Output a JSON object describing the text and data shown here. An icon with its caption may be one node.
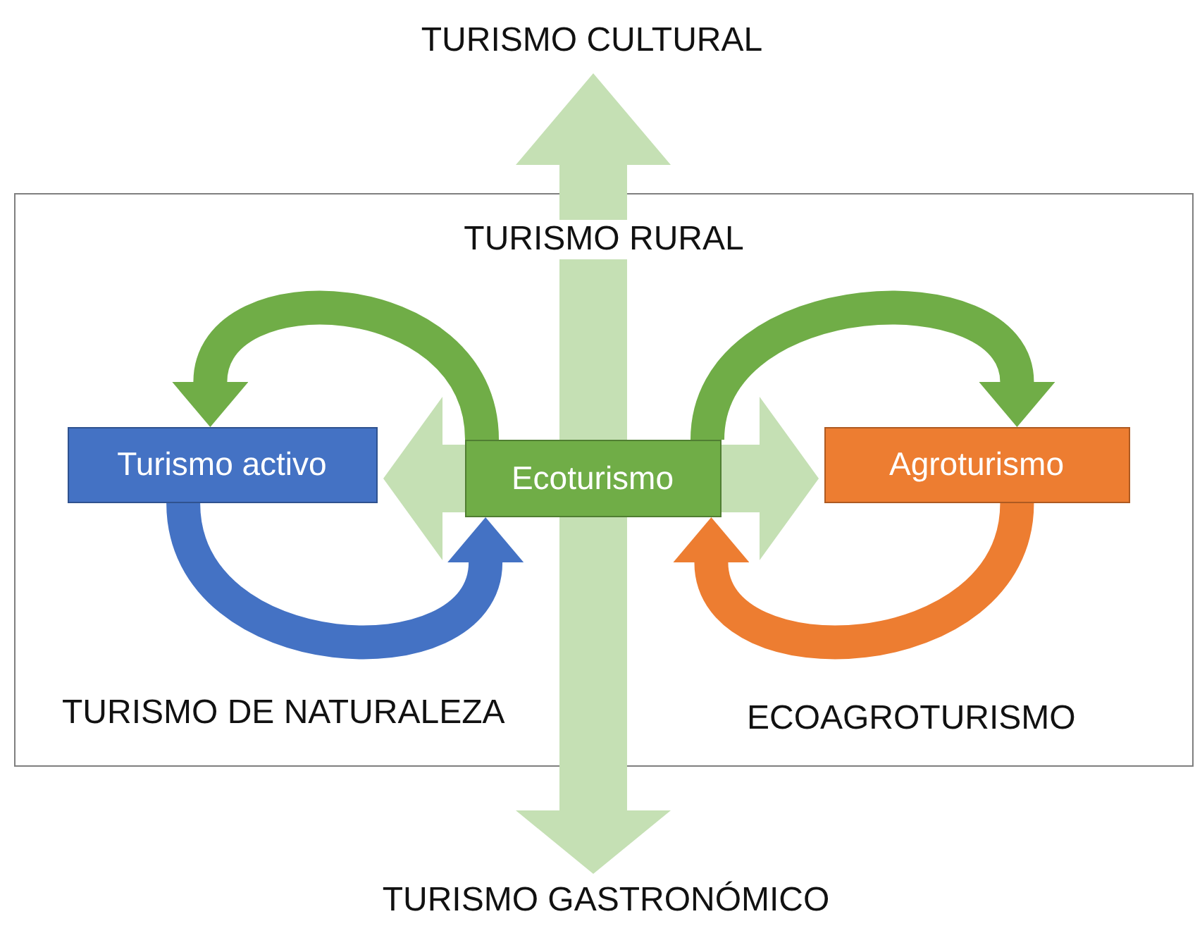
{
  "diagram": {
    "nodes": [
      {
        "text": [
          "TURISMO RURAL"
        ]
      },
      {
        "text": [
          "TURISMO CULTURAL"
        ]
      },
      {
        "text": [
          "Turismo activo"
        ],
        "in": 0
      },
      {
        "text": [
          "Ecoturismo"
        ],
        "in": 0
      },
      {
        "text": [
          "Agroturismo"
        ],
        "in": 0
      },
      {
        "text": [
          "TURISMO GASTRONÓMICO"
        ]
      }
    ],
    "edges": [
      {
        "from": 3,
        "to": 1,
        "arrow": "to",
        "style": "thick",
        "color": "#c5e0b4"
      },
      {
        "from": 3,
        "to": 5,
        "arrow": "to",
        "style": "thick",
        "color": "#c5e0b4"
      },
      {
        "from": 3,
        "to": 2,
        "arrow": "to",
        "style": "thick",
        "color": "#c5e0b4"
      },
      {
        "from": 3,
        "to": 4,
        "arrow": "to",
        "style": "thick",
        "color": "#c5e0b4"
      },
      {
        "from": 3,
        "to": 2,
        "arrow": "to",
        "color": "#70ad47"
      },
      {
        "from": 2,
        "to": 3,
        "arrow": "to",
        "color": "#4472c4"
      },
      {
        "from": 3,
        "to": 4,
        "arrow": "to",
        "color": "#70ad47"
      },
      {
        "from": 4,
        "to": 3,
        "arrow": "to",
        "color": "#ed7d31"
      }
    ],
    "labels": [
      "TURISMO DE NATURALEZA",
      "ECOAGROTURISMO"
    ]
  }
}
